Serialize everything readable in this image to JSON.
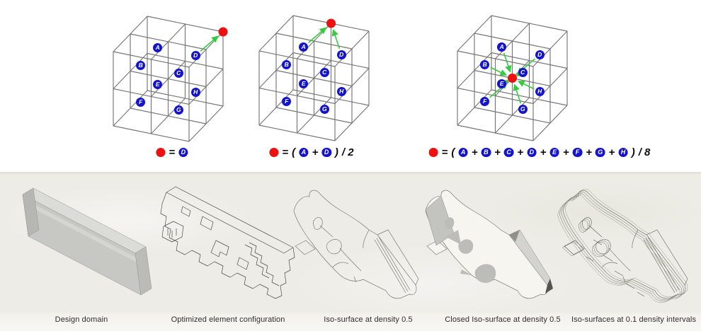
{
  "cube_labels": [
    "A",
    "B",
    "C",
    "D",
    "E",
    "F",
    "G",
    "H"
  ],
  "symbols": {
    "equals": "=",
    "plus": "+",
    "open_paren": "(",
    "close_paren": ")",
    "divide_2": "/ 2",
    "divide_8": "/ 8"
  },
  "formulas": [
    {
      "expression": "● = D"
    },
    {
      "expression": "● = ( A + D ) / 2"
    },
    {
      "expression": "● = ( A + B + C + D + E + F + G + H ) / 8"
    }
  ],
  "panels": [
    {
      "caption": "Design domain"
    },
    {
      "caption": "Optimized element configuration"
    },
    {
      "caption": "Iso-surface at density 0.5"
    },
    {
      "caption": "Closed Iso-surface at density 0.5"
    },
    {
      "caption": "Iso-surfaces at 0.1 density intervals"
    }
  ],
  "colors": {
    "node_blue": "#1414cf",
    "dot_red": "#ed1111",
    "arrow_green": "#31cd3e",
    "wireframe_gray": "#767676",
    "paper_background": "#edece6",
    "slab_gray": "#c7c7c3"
  }
}
